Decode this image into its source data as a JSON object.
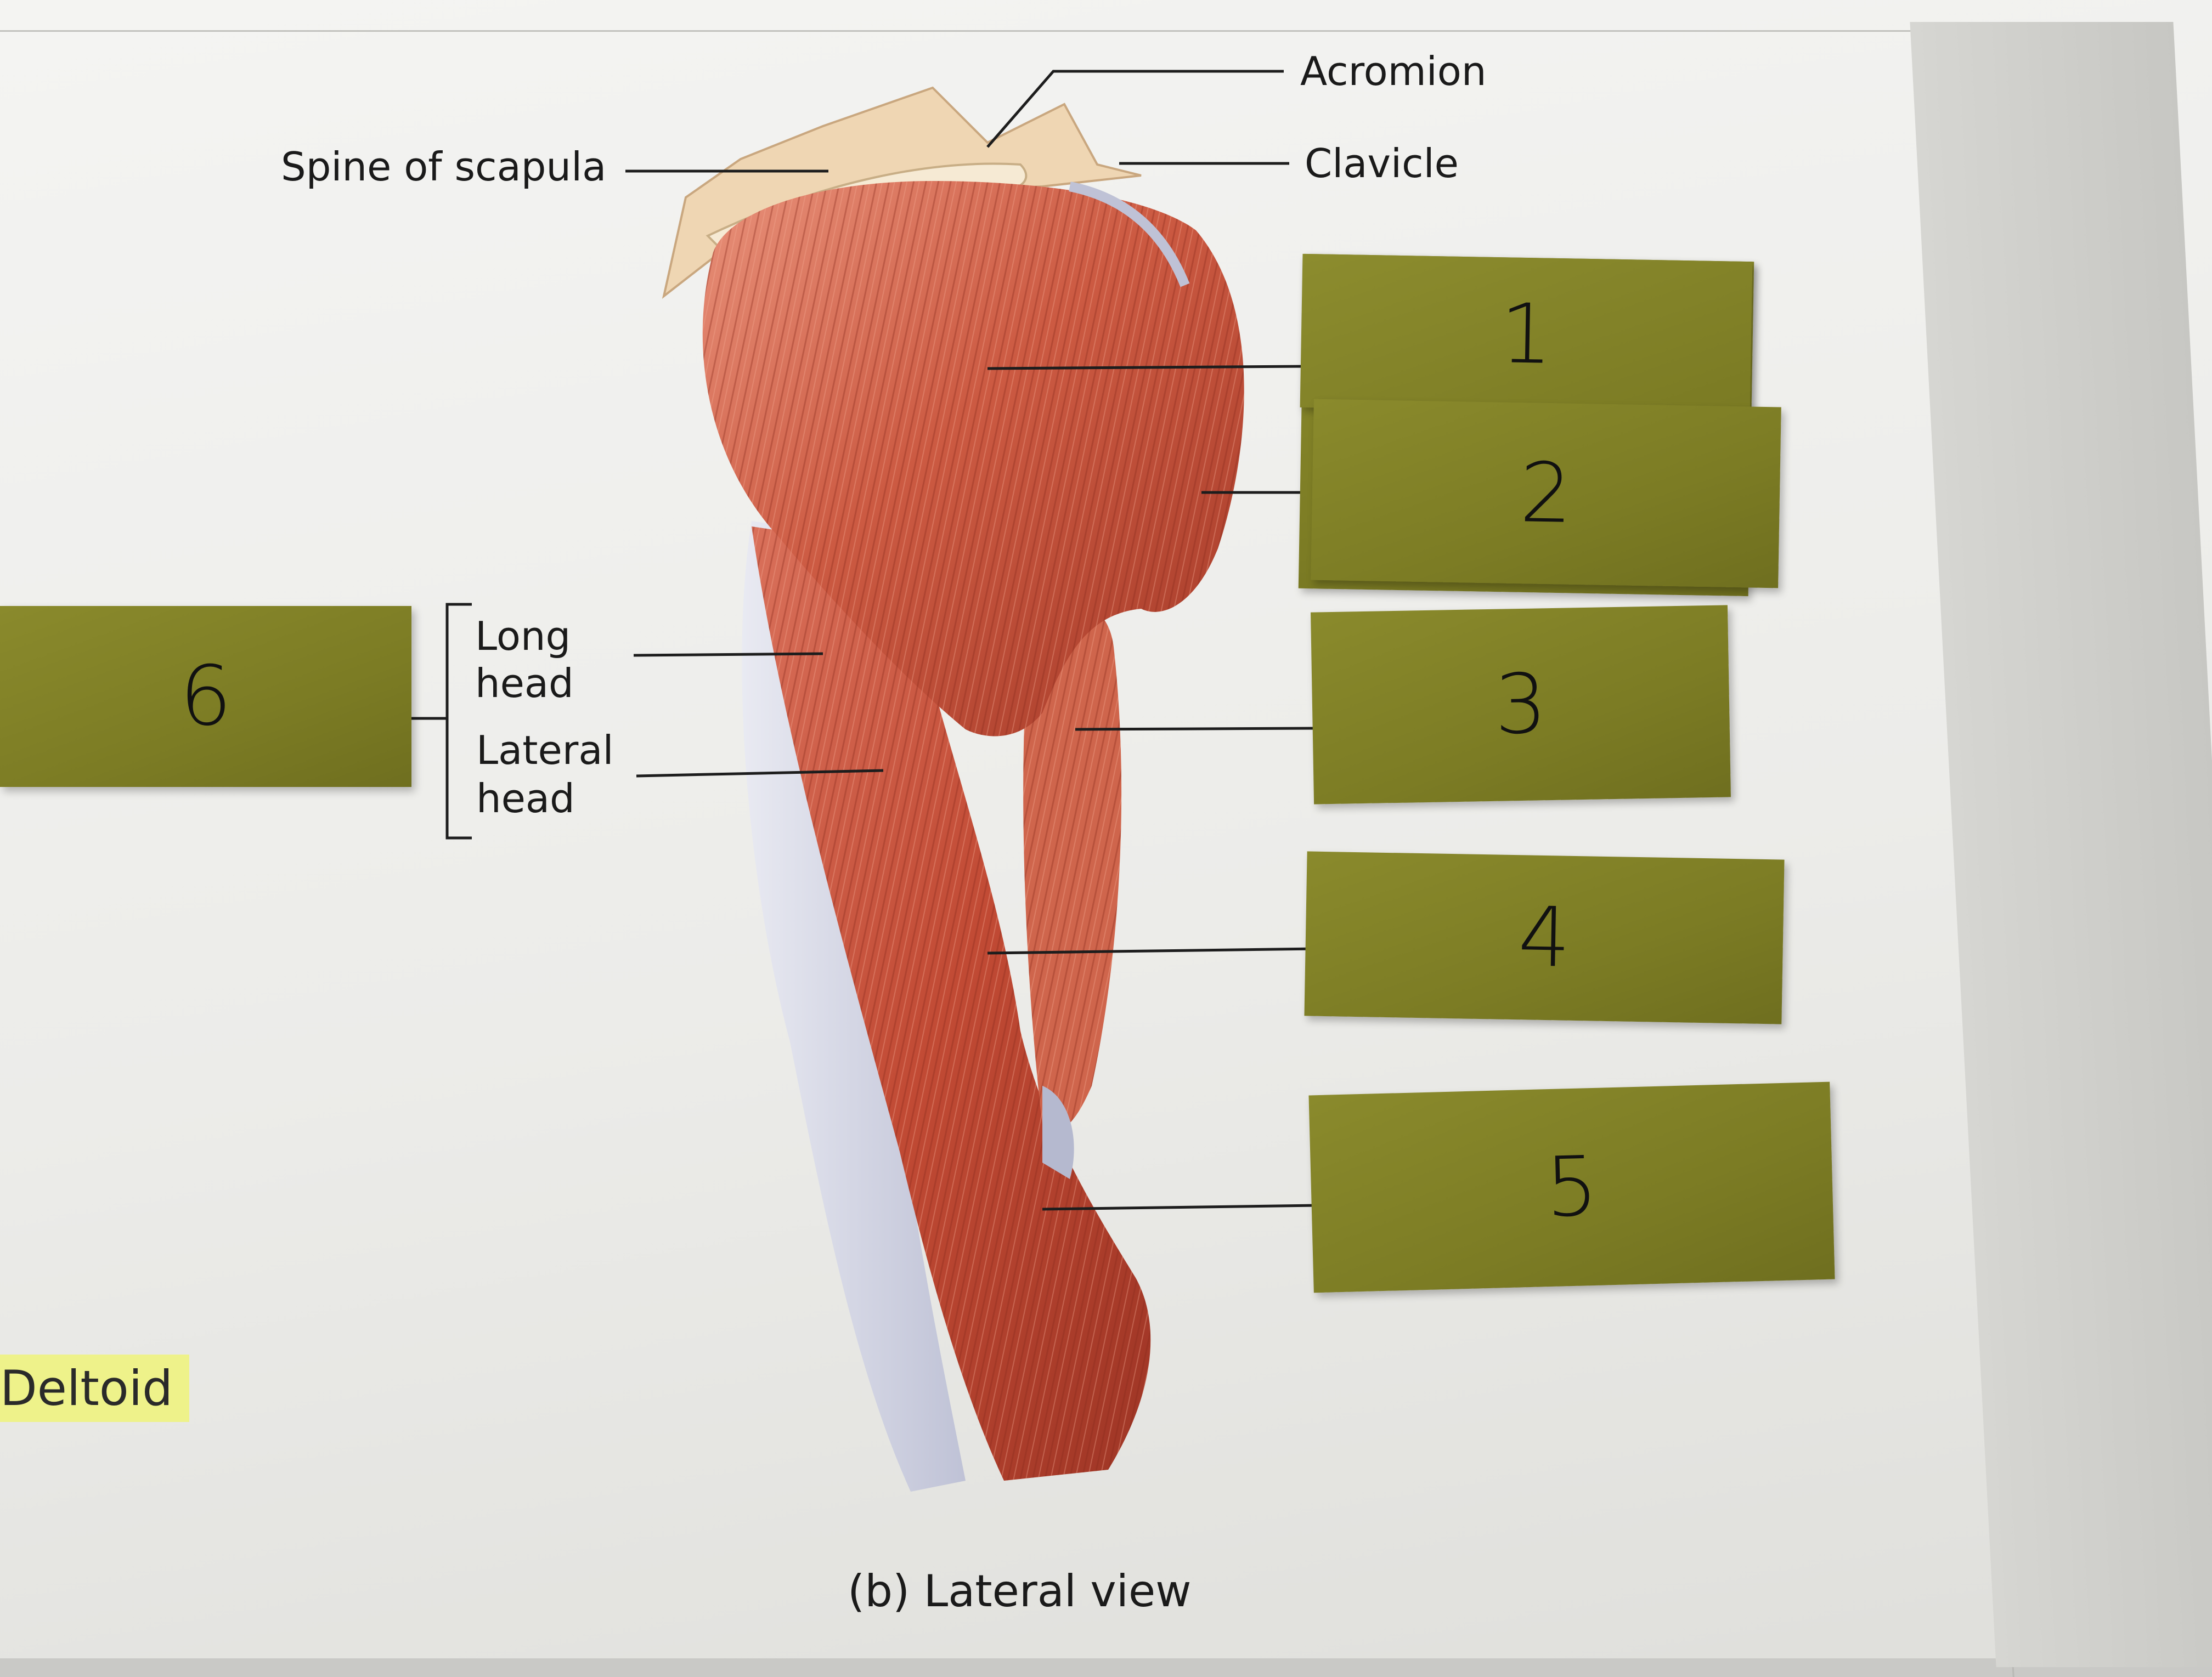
{
  "labels": {
    "acromion": "Acromion",
    "clavicle": "Clavicle",
    "spine_of_scapula": "Spine of scapula",
    "long_head": [
      "Long",
      "head"
    ],
    "lateral_head": [
      "Lateral",
      "head"
    ],
    "caption": "(b) Lateral view",
    "highlight_term": "Deltoid"
  },
  "sticky_notes": [
    {
      "number": "1"
    },
    {
      "number": "2"
    },
    {
      "number": "3"
    },
    {
      "number": "4"
    },
    {
      "number": "5"
    },
    {
      "number": "6"
    }
  ],
  "colors": {
    "sticky_note": "#7f7f26",
    "muscle": "#c2503a",
    "tendon": "#dcdde8",
    "bone": "#efd9b8",
    "highlight": "#eef28a"
  }
}
